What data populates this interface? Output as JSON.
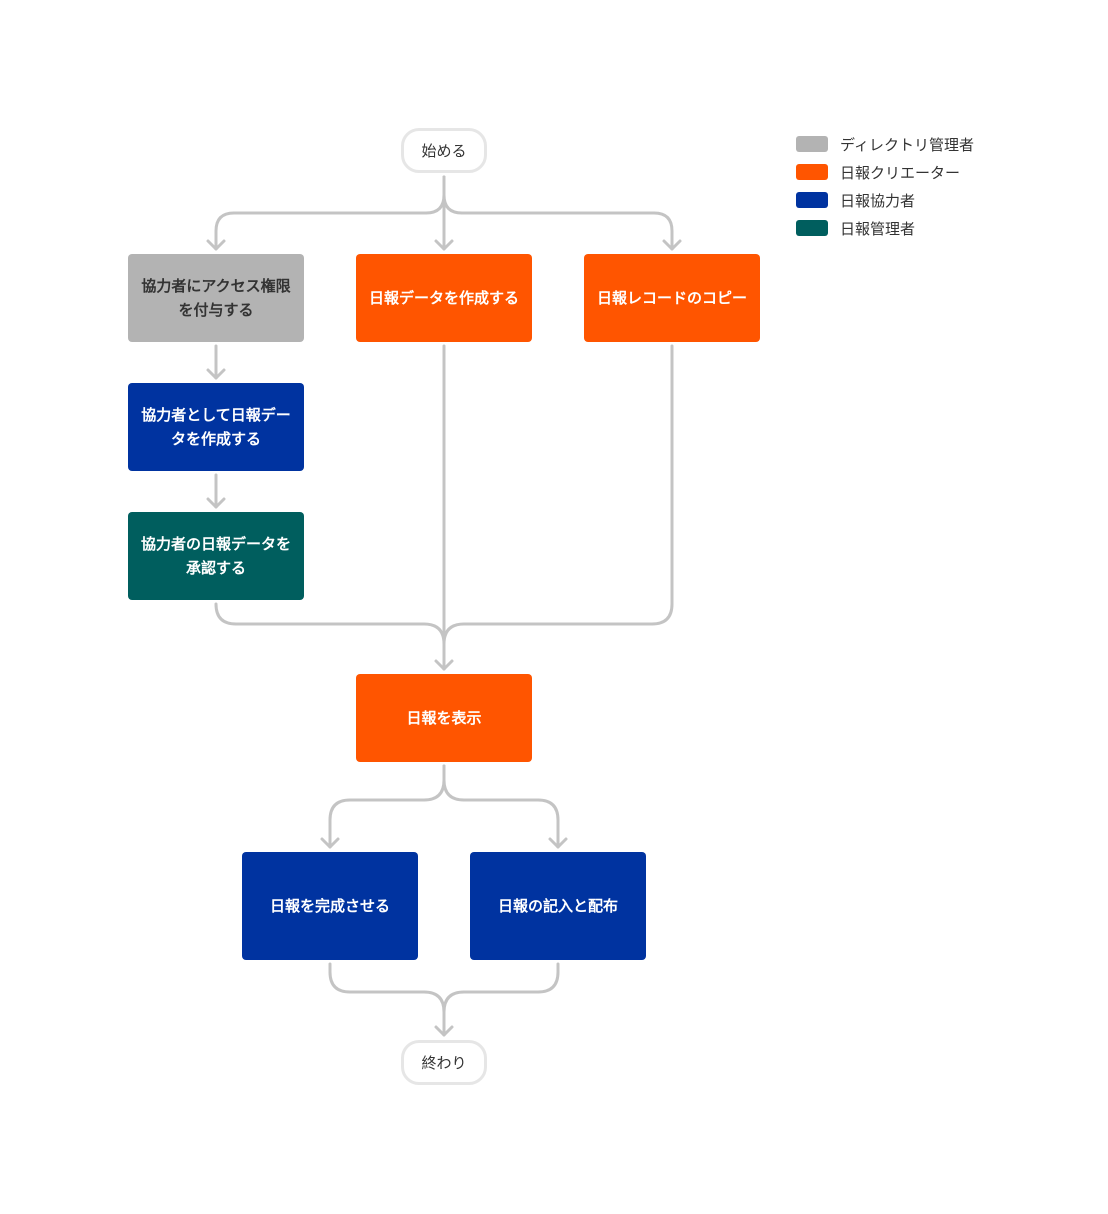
{
  "colors": {
    "director": "#b3b3b3",
    "creator": "#ff5500",
    "collaborator": "#0033a0",
    "manager": "#005e5e",
    "connector": "#c4c4c4"
  },
  "start": "始める",
  "end": "終わり",
  "nodes": {
    "grant_access": "協力者にアクセス権限を付与する",
    "create_as_collab": "協力者として日報データを作成する",
    "approve_collab": "協力者の日報データを承認する",
    "create_data": "日報データを作成する",
    "copy_record": "日報レコードのコピー",
    "show_report": "日報を表示",
    "complete_report": "日報を完成させる",
    "fill_distribute": "日報の記入と配布"
  },
  "legend": [
    {
      "label": "ディレクトリ管理者"
    },
    {
      "label": "日報クリエーター"
    },
    {
      "label": "日報協力者"
    },
    {
      "label": "日報管理者"
    }
  ]
}
